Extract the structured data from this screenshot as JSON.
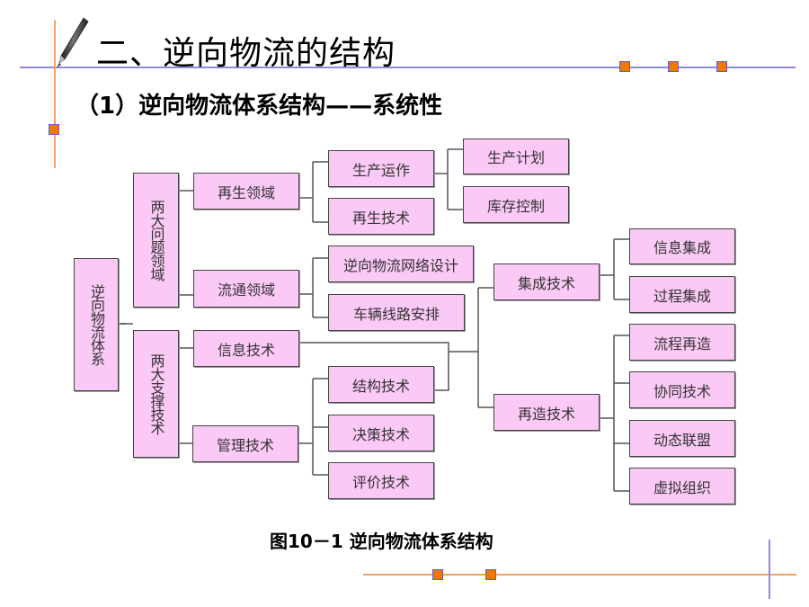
{
  "slide": {
    "title": "二、逆向物流的结构",
    "subtitle": "（1）逆向物流体系结构——系统性",
    "caption": "图10－1  逆向物流体系结构",
    "icons": {
      "pen": "pen-icon",
      "bullet": "orange-square-bullet"
    },
    "colors": {
      "node_fill": "#fbc9f5",
      "accent_orange": "#f07800",
      "line_blue": "#8c8ce0",
      "line_orange": "#f4a460"
    }
  },
  "diagram": {
    "root": "逆向物流体系",
    "nodes": {
      "n_root": "逆向物流体系",
      "n_problem": "两大问题领域",
      "n_support": "两大支撑技术",
      "n_regen_domain": "再生领域",
      "n_circ_domain": "流通领域",
      "n_info_tech": "信息技术",
      "n_mgmt_tech": "管理技术",
      "n_prod_op": "生产运作",
      "n_regen_tech": "再生技术",
      "n_network": "逆向物流网络设计",
      "n_routing": "车辆线路安排",
      "n_struct_tech": "结构技术",
      "n_decision_tech": "决策技术",
      "n_eval_tech": "评价技术",
      "n_prod_plan": "生产计划",
      "n_inventory": "库存控制",
      "n_integ_tech": "集成技术",
      "n_reeng_tech": "再造技术",
      "n_info_integ": "信息集成",
      "n_proc_integ": "过程集成",
      "n_proc_reeng": "流程再造",
      "n_collab_tech": "协同技术",
      "n_dyn_alliance": "动态联盟",
      "n_virtual_org": "虚拟组织"
    },
    "edges": [
      [
        "n_root",
        "n_problem"
      ],
      [
        "n_root",
        "n_support"
      ],
      [
        "n_problem",
        "n_regen_domain"
      ],
      [
        "n_problem",
        "n_circ_domain"
      ],
      [
        "n_support",
        "n_info_tech"
      ],
      [
        "n_support",
        "n_mgmt_tech"
      ],
      [
        "n_regen_domain",
        "n_prod_op"
      ],
      [
        "n_regen_domain",
        "n_regen_tech"
      ],
      [
        "n_prod_op",
        "n_prod_plan"
      ],
      [
        "n_prod_op",
        "n_inventory"
      ],
      [
        "n_circ_domain",
        "n_network"
      ],
      [
        "n_circ_domain",
        "n_routing"
      ],
      [
        "n_mgmt_tech",
        "n_struct_tech"
      ],
      [
        "n_mgmt_tech",
        "n_decision_tech"
      ],
      [
        "n_mgmt_tech",
        "n_eval_tech"
      ],
      [
        "n_info_tech",
        "n_integ_tech"
      ],
      [
        "n_info_tech",
        "n_reeng_tech"
      ],
      [
        "n_struct_tech",
        "n_integ_tech"
      ],
      [
        "n_struct_tech",
        "n_reeng_tech"
      ],
      [
        "n_integ_tech",
        "n_info_integ"
      ],
      [
        "n_integ_tech",
        "n_proc_integ"
      ],
      [
        "n_reeng_tech",
        "n_proc_reeng"
      ],
      [
        "n_reeng_tech",
        "n_collab_tech"
      ],
      [
        "n_reeng_tech",
        "n_dyn_alliance"
      ],
      [
        "n_reeng_tech",
        "n_virtual_org"
      ]
    ]
  }
}
